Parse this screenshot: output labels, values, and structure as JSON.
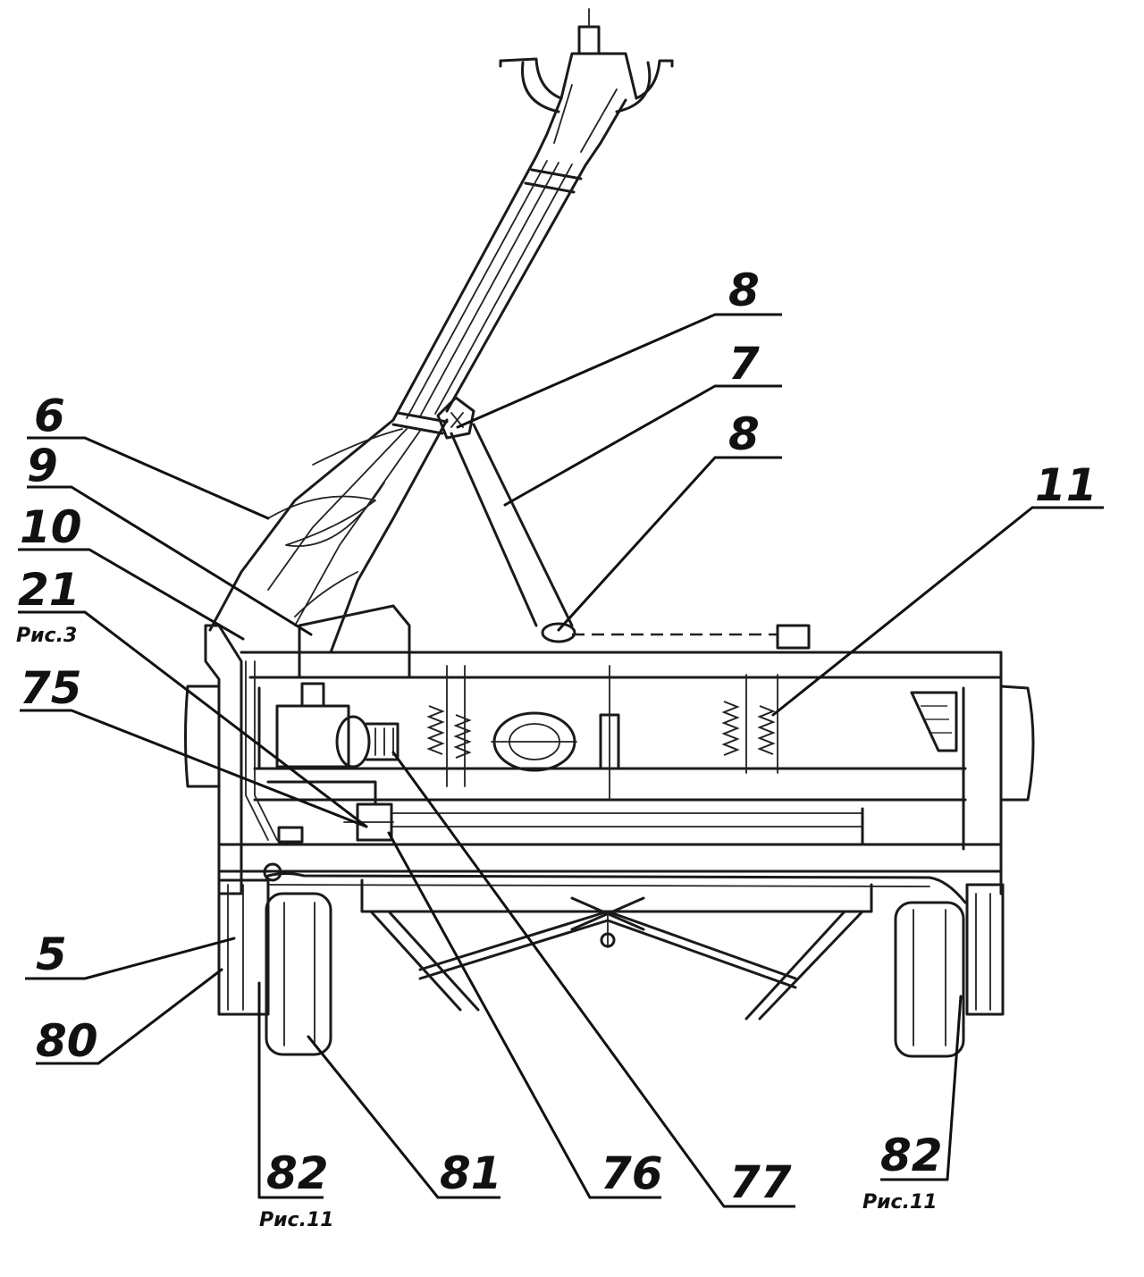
{
  "callouts": {
    "c6": "6",
    "c9": "9",
    "c10": "10",
    "c21": "21",
    "c21_ref": "Рис.3",
    "c75": "75",
    "c5": "5",
    "c80": "80",
    "c8_top": "8",
    "c7": "7",
    "c8_mid": "8",
    "c11": "11",
    "c82_left": "82",
    "c82_left_ref": "Рис.11",
    "c81": "81",
    "c76": "76",
    "c77": "77",
    "c82_right": "82",
    "c82_right_ref": "Рис.11"
  },
  "colors": {
    "ink": "#111111",
    "paper": "#ffffff"
  }
}
